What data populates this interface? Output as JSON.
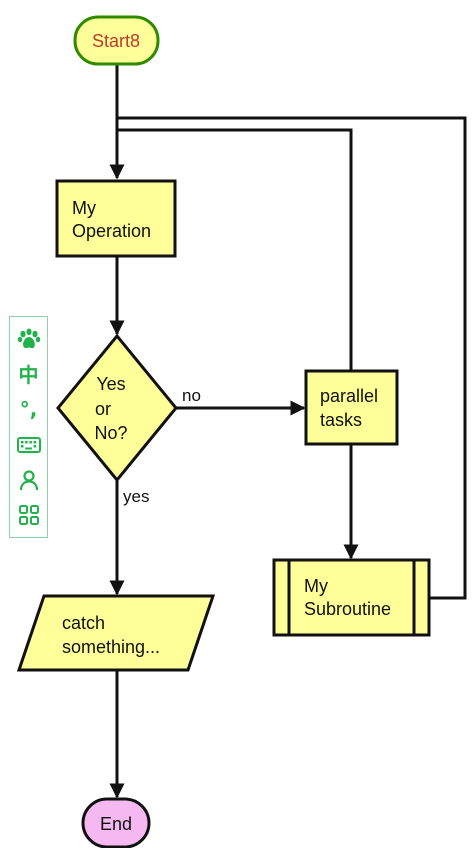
{
  "diagram": {
    "nodes": {
      "start": {
        "label": "Start8",
        "shape": "terminal",
        "fill": "#ffff99",
        "stroke": "#2e8b00",
        "text_color": "#c0392b"
      },
      "operation": {
        "lines": [
          "My",
          "Operation"
        ],
        "shape": "process",
        "fill": "#ffff99",
        "stroke": "#111111"
      },
      "decision": {
        "lines": [
          "Yes",
          "or",
          "No?"
        ],
        "shape": "decision",
        "fill": "#ffff99",
        "stroke": "#111111"
      },
      "parallel": {
        "lines": [
          "parallel",
          "tasks"
        ],
        "shape": "process",
        "fill": "#ffff99",
        "stroke": "#111111"
      },
      "catch": {
        "lines": [
          "catch",
          "something..."
        ],
        "shape": "input-output",
        "fill": "#ffff99",
        "stroke": "#111111"
      },
      "subroutine": {
        "lines": [
          "My",
          "Subroutine"
        ],
        "shape": "predefined-process",
        "fill": "#ffff99",
        "stroke": "#111111"
      },
      "end": {
        "label": "End",
        "shape": "terminal",
        "fill": "#f5b8f0",
        "stroke": "#111111"
      }
    },
    "edges": [
      {
        "from": "start",
        "to": "operation",
        "label": ""
      },
      {
        "from": "operation",
        "to": "decision",
        "label": ""
      },
      {
        "from": "decision",
        "to": "parallel",
        "label": "no"
      },
      {
        "from": "decision",
        "to": "catch",
        "label": "yes"
      },
      {
        "from": "catch",
        "to": "end",
        "label": ""
      },
      {
        "from": "parallel",
        "to": "subroutine",
        "label": ""
      },
      {
        "from": "parallel",
        "to": "operation",
        "label": ""
      },
      {
        "from": "subroutine",
        "to": "operation",
        "label": ""
      }
    ]
  },
  "ime_toolbar": {
    "accent_color": "#22b24c",
    "buttons": [
      {
        "icon": "paw-icon"
      },
      {
        "icon": "chinese-mode-icon",
        "glyph": "中"
      },
      {
        "icon": "punctuation-icon",
        "glyph": "°,"
      },
      {
        "icon": "keyboard-icon"
      },
      {
        "icon": "user-icon"
      },
      {
        "icon": "apps-grid-icon"
      }
    ]
  }
}
